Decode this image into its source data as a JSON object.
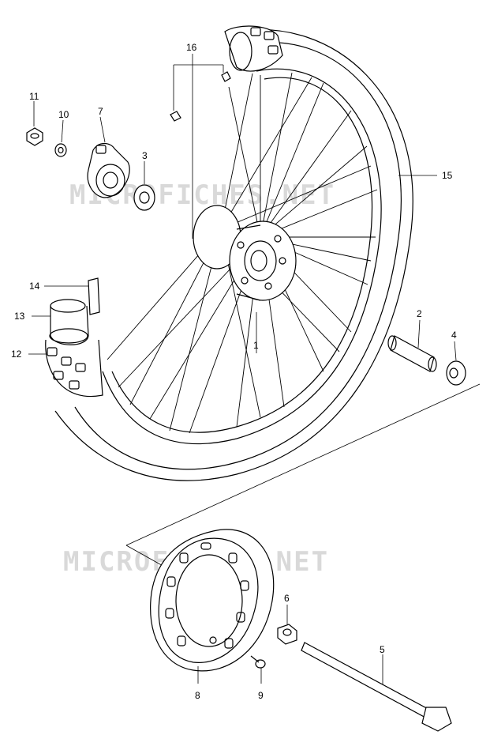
{
  "watermarks": [
    "MICROFICHES.NET",
    "MICROFICHES.NET"
  ],
  "callouts": {
    "c1": "1",
    "c2": "2",
    "c3": "3",
    "c4": "4",
    "c5": "5",
    "c6": "6",
    "c7": "7",
    "c8": "8",
    "c9": "9",
    "c10": "10",
    "c11": "11",
    "c12": "12",
    "c13": "13",
    "c14": "14",
    "c15": "15",
    "c16": "16"
  }
}
